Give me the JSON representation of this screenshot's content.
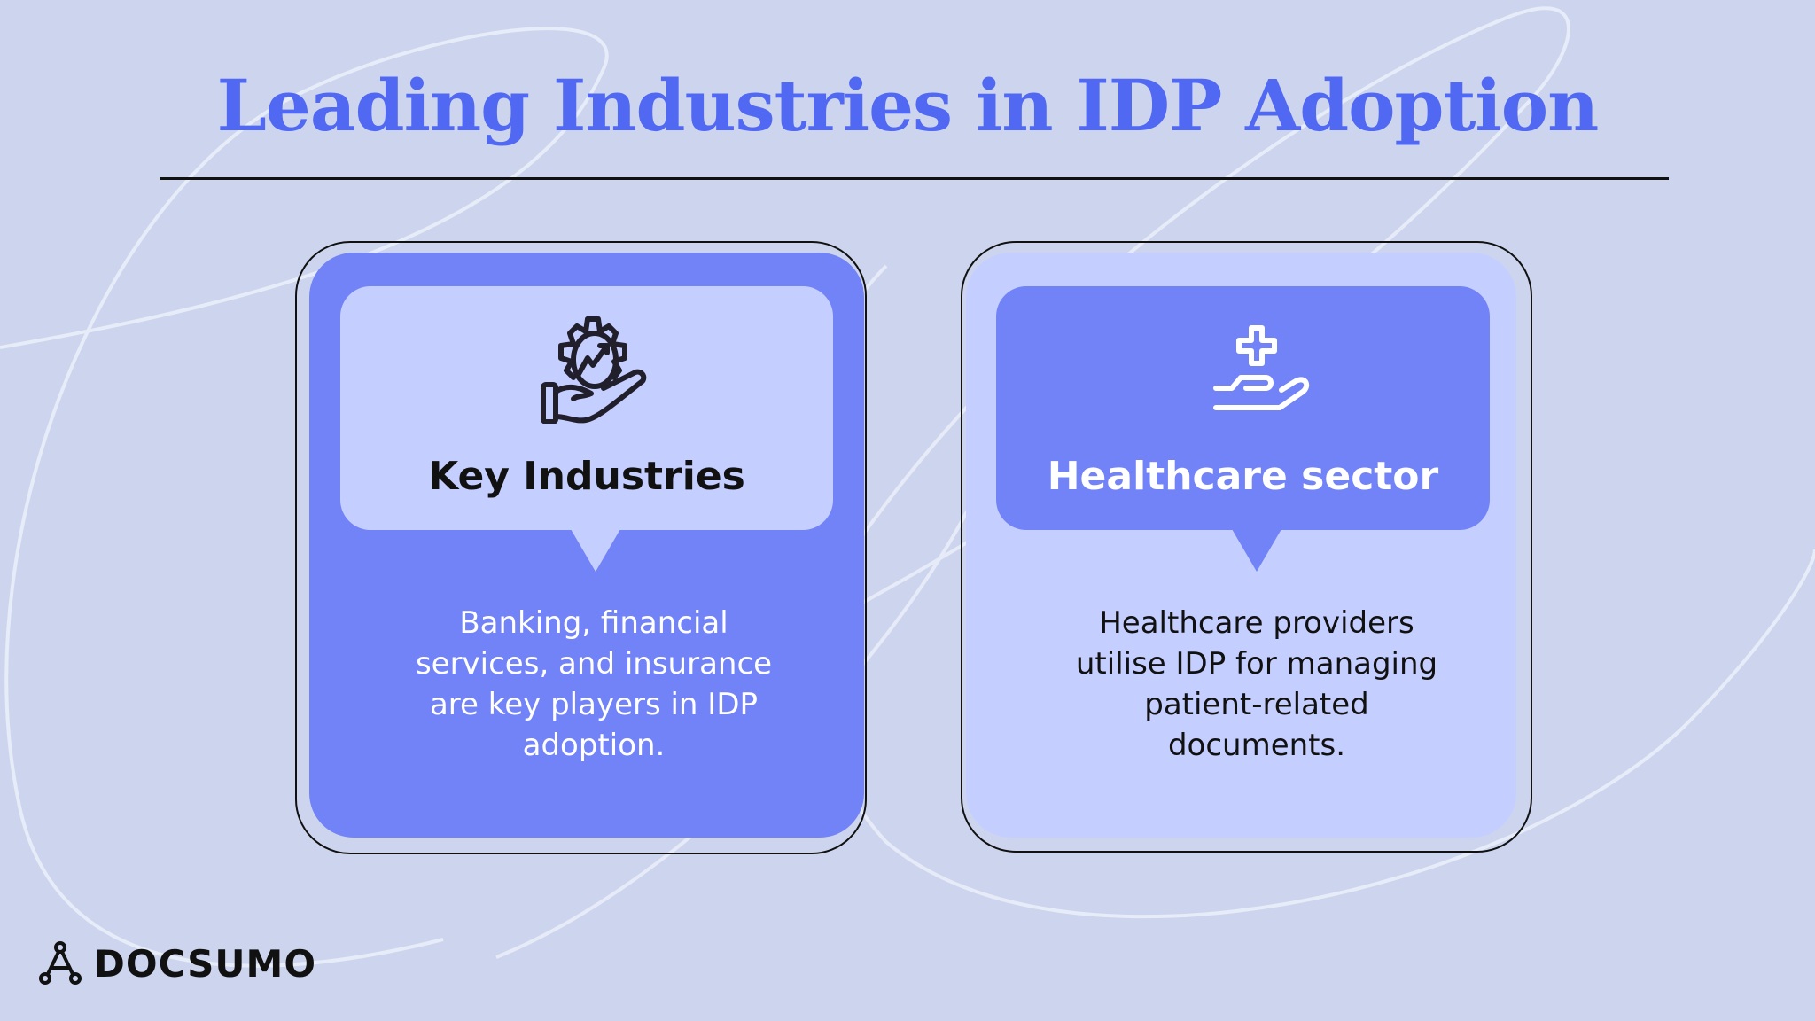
{
  "title": "Leading Industries in IDP Adoption",
  "cards": [
    {
      "heading": "Key Industries",
      "icon": "gear-chart-hand-icon",
      "body": "Banking, financial services, and insurance are key players in IDP adoption."
    },
    {
      "heading": "Healthcare sector",
      "icon": "medical-cross-hand-icon",
      "body": "Healthcare providers utilise IDP for managing patient-related documents."
    }
  ],
  "brand": {
    "name": "DOCSUMO"
  },
  "colors": {
    "background": "#cdd5ee",
    "accent": "#7283f7",
    "light": "#c5cfff",
    "title": "#5068f2"
  }
}
